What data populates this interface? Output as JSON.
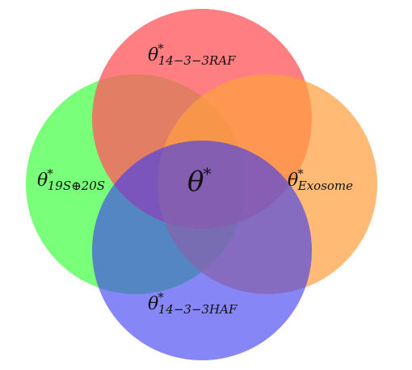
{
  "sets": [
    {
      "id": "raf",
      "symbol": "θ",
      "star": "*",
      "subscript": "14−3−3RAF",
      "color": "#ff6b6b"
    },
    {
      "id": "s19s20",
      "symbol": "θ",
      "star": "*",
      "subscript": "19S⊕20S",
      "color": "#66ff66"
    },
    {
      "id": "exosome",
      "symbol": "θ",
      "star": "*",
      "subscript": "Exosome",
      "color": "#ffb066"
    },
    {
      "id": "haf",
      "symbol": "θ",
      "star": "*",
      "subscript": "14−3−3HAF",
      "color": "#5555ff"
    }
  ],
  "center": {
    "symbol": "θ",
    "star": "*"
  }
}
